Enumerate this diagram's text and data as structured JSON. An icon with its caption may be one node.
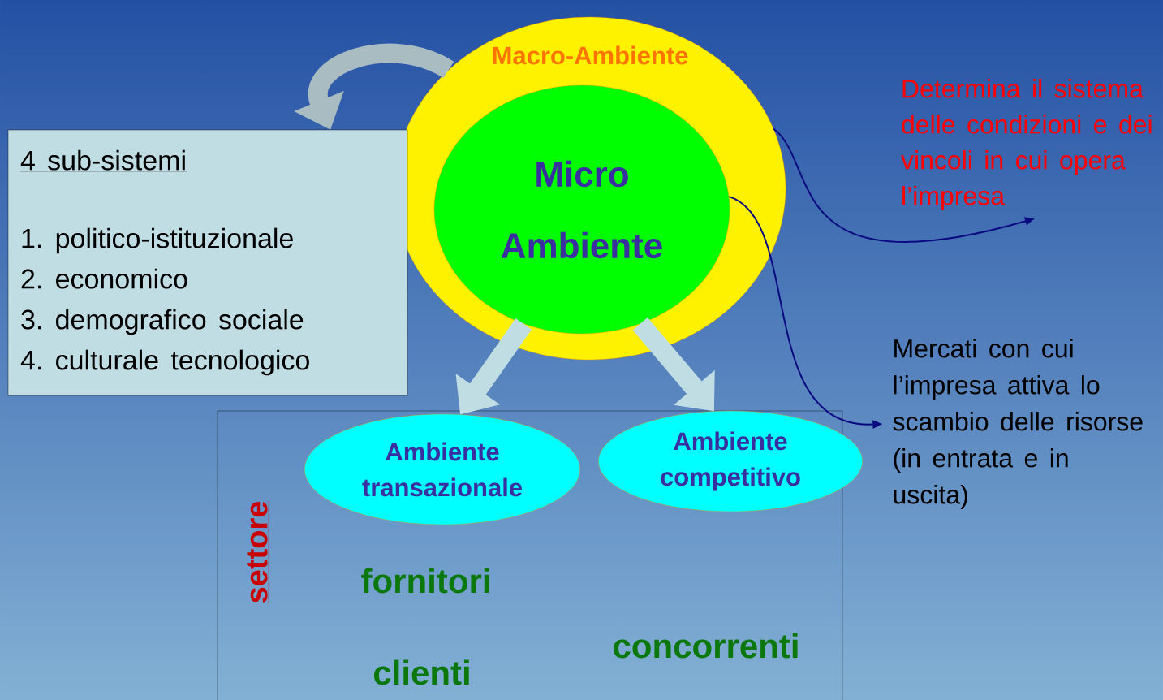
{
  "diagram": {
    "nodes": [
      {
        "text": [
          "Macro-Ambiente"
        ]
      },
      {
        "text": [
          "Micro Ambiente"
        ],
        "in": 0
      },
      {
        "text": [
          "4 sub-sistemi",
          "1. politico-istituzionale",
          "2. economico",
          "3. demografico sociale",
          "4. culturale tecnologico"
        ]
      },
      {
        "text": [
          "settore"
        ]
      },
      {
        "text": [
          "Ambiente transazionale"
        ],
        "in": 3
      },
      {
        "text": [
          "Ambiente competitivo"
        ],
        "in": 3
      },
      {
        "text": [
          "Determina il sistema delle condizioni e dei vincoli in cui opera l’impresa"
        ]
      },
      {
        "text": [
          "Mercati con cui l’impresa attiva lo scambio delle risorse (in entrata e in uscita)"
        ]
      }
    ],
    "edges": [
      {
        "from": 0,
        "to": 2,
        "arrow": "to",
        "color": "#a9bcc2"
      },
      {
        "from": 1,
        "to": 4,
        "arrow": "to",
        "color": "#c0dde4"
      },
      {
        "from": 1,
        "to": 5,
        "arrow": "to",
        "color": "#c0dde4"
      },
      {
        "from": 0,
        "to": 6,
        "arrow": "to",
        "color": "#0a0a80"
      },
      {
        "from": 1,
        "to": 7,
        "arrow": "to",
        "color": "#0a0a80"
      }
    ],
    "labels": [
      "fornitori",
      "concorrenti",
      "clienti"
    ]
  }
}
